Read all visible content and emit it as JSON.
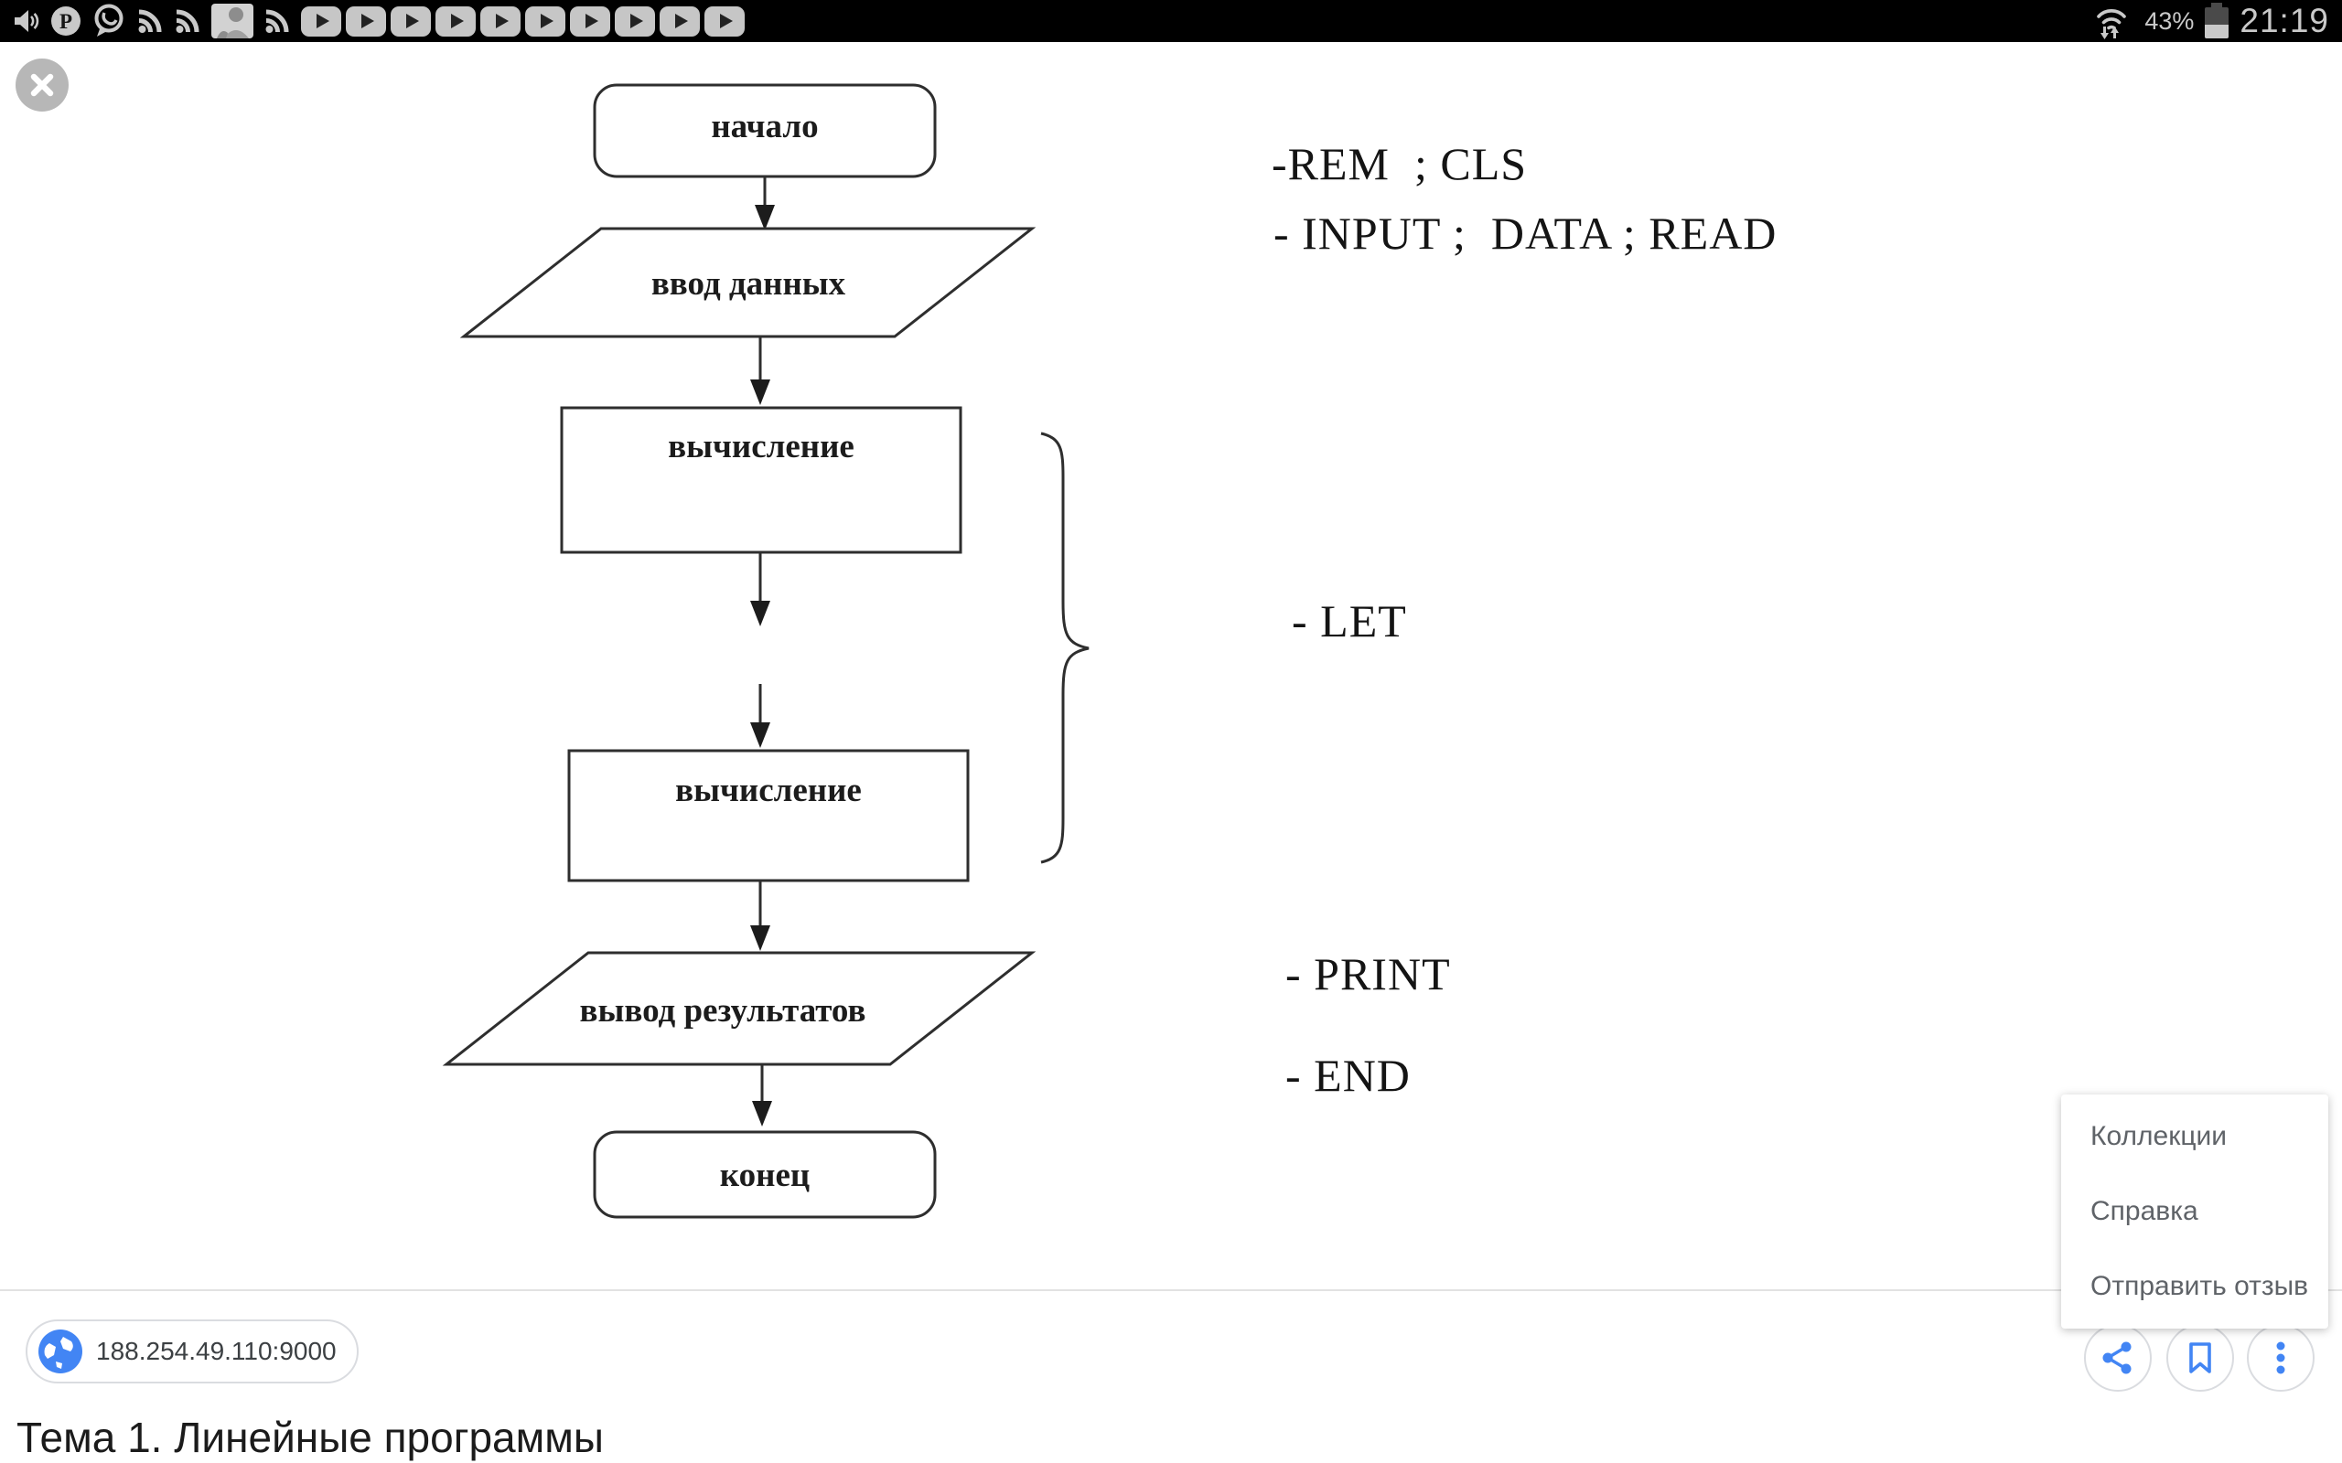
{
  "status_bar": {
    "left_icons": [
      "volume-icon",
      "pinterest-icon",
      "viber-icon",
      "rss-icon",
      "rss-icon",
      "avatar-icon",
      "rss-icon"
    ],
    "play_icon_count": 10,
    "battery_percent": "43%",
    "time": "21:19"
  },
  "flowchart": {
    "nodes": {
      "start": "начало",
      "input": "ввод данных",
      "process1": "вычисление",
      "process2": "вычисление",
      "output": "вывод результатов",
      "end": "конец"
    }
  },
  "basic_labels": {
    "rem_cls": "-REM  ; CLS",
    "input_data_read": "- INPUT ;  DATA ; READ",
    "let": "- LET",
    "print": "- PRINT",
    "end": "- END"
  },
  "menu": {
    "items": [
      {
        "label": "Коллекции"
      },
      {
        "label": "Справка"
      },
      {
        "label": "Отправить отзыв"
      }
    ]
  },
  "bottom_bar": {
    "url": "188.254.49.110:9000"
  },
  "page_title": "Тема 1. Линейные программы",
  "colors": {
    "accent_blue": "#4285f4",
    "menu_text": "#5f6368",
    "status_icon": "#c9c9c9",
    "statusbar_bg": "#000000"
  }
}
